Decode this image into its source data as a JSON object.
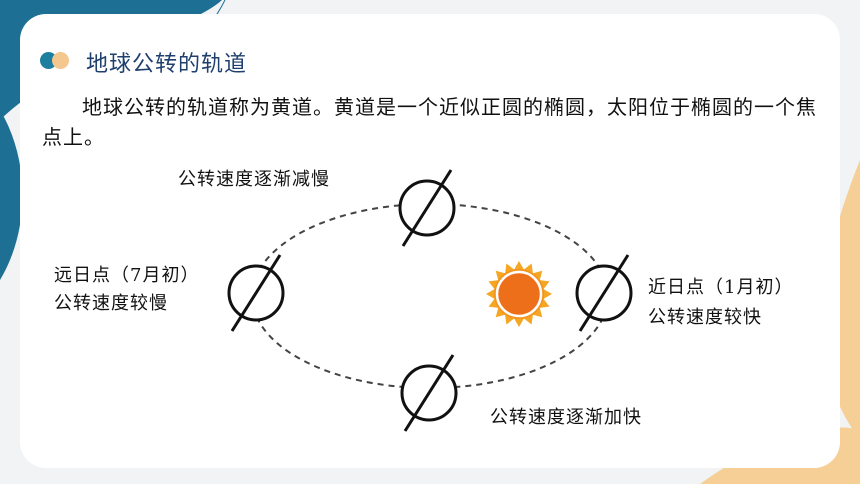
{
  "slide": {
    "title": "地球公转的轨道",
    "paragraph": "地球公转的轨道称为黄道。黄道是一个近似正圆的椭圆，太阳位于椭圆的一个焦点上。"
  },
  "diagram": {
    "label_top": "公转速度逐渐减慢",
    "label_bottom": "公转速度逐渐加快",
    "aphelion": {
      "line1": "远日点（7月初）",
      "line2": "公转速度较慢"
    },
    "perihelion": {
      "line1": "近日点（1月初）",
      "line2": "公转速度较快"
    }
  },
  "colors": {
    "accent_teal": "#1d7fa0",
    "accent_sand": "#f3c78e",
    "title_text": "#1f3f6e",
    "sun_core": "#f07d1c",
    "sun_rays": "#f5a623"
  }
}
